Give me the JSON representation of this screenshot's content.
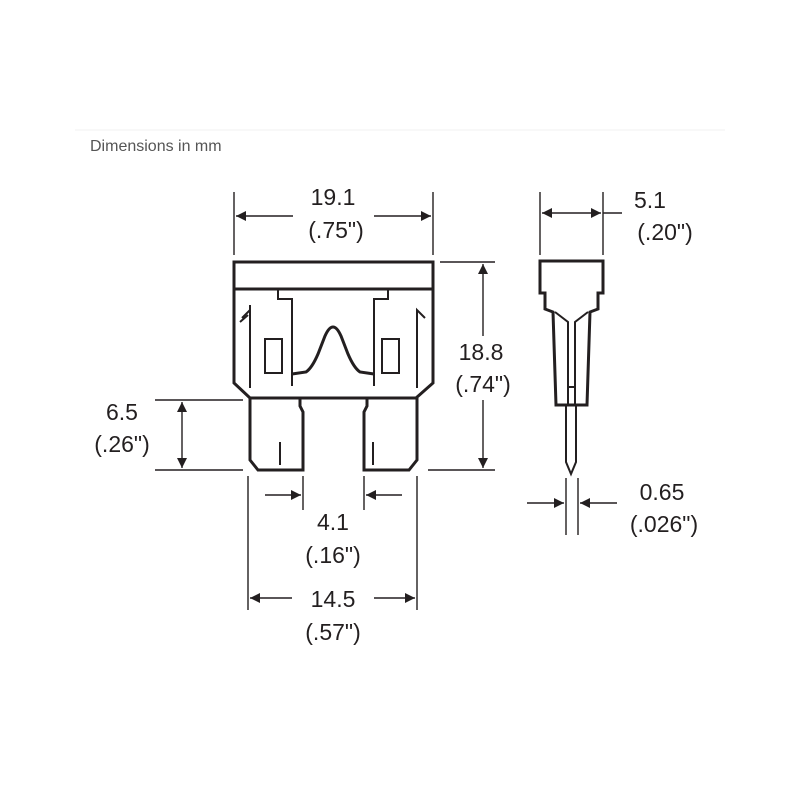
{
  "caption": "Dimensions in mm",
  "dimensions": {
    "width": {
      "mm": "19.1",
      "in": "(.75\")"
    },
    "height": {
      "mm": "18.8",
      "in": "(.74\")"
    },
    "blade_length": {
      "mm": "6.5",
      "in": "(.26\")"
    },
    "blade_width": {
      "mm": "4.1",
      "in": "(.16\")"
    },
    "blade_spacing": {
      "mm": "14.5",
      "in": "(.57\")"
    },
    "thickness": {
      "mm": "5.1",
      "in": "(.20\")"
    },
    "blade_thickness": {
      "mm": "0.65",
      "in": "(.026\")"
    }
  }
}
